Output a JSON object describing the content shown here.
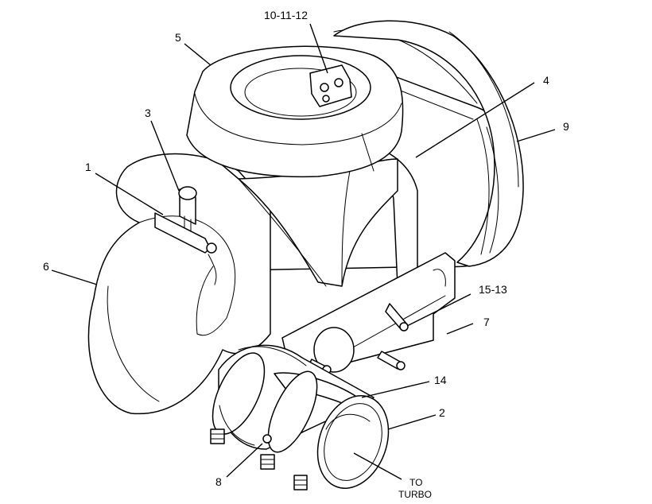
{
  "callouts": {
    "c1": "1",
    "c2": "2",
    "c3": "3",
    "c4": "4",
    "c5": "5",
    "c6": "6",
    "c7": "7",
    "c8": "8",
    "c9": "9",
    "c10_11_12": "10-11-12",
    "c14": "14",
    "c15_13": "15-13"
  },
  "outlet_note": {
    "line1": "TO",
    "line2": "TURBO"
  },
  "colors": {
    "ink": "#000000",
    "paper": "#ffffff"
  }
}
